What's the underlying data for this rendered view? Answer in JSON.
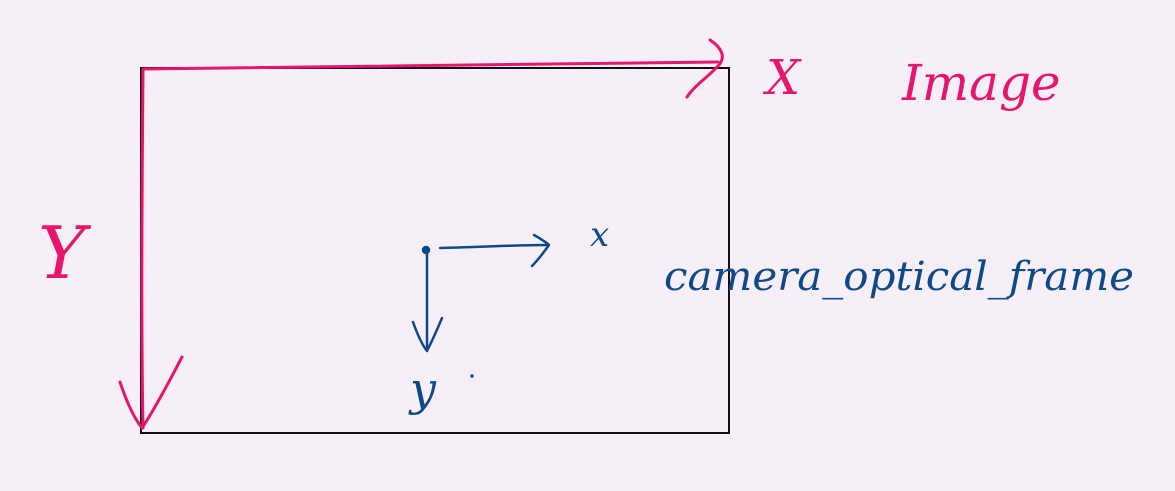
{
  "colors": {
    "background": "#f7eff7",
    "image_frame_color": "#e5166c",
    "camera_frame_color": "#0f4a86",
    "border_color": "#111111"
  },
  "image_frame": {
    "title": "Image",
    "x_label": "X",
    "y_label": "Y"
  },
  "camera_frame": {
    "title": "camera_optical_frame",
    "x_label": "x",
    "y_label": "y"
  }
}
